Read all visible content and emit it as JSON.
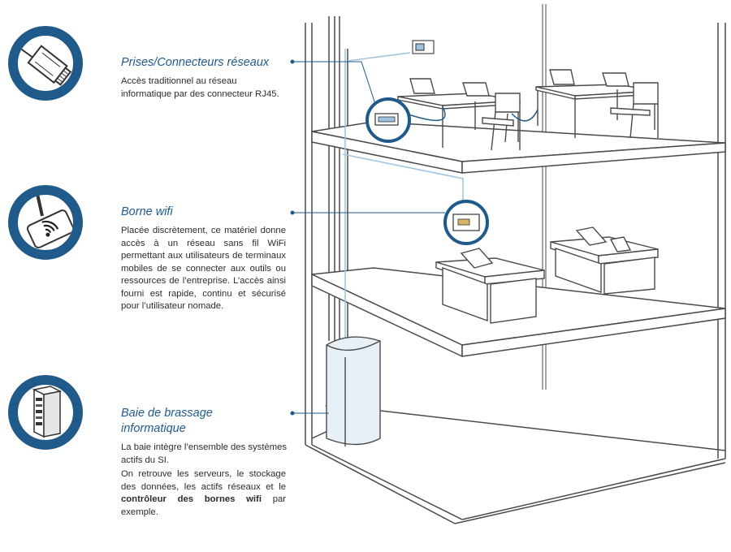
{
  "sections": {
    "rj45": {
      "title": "Prises/Connecteurs réseaux",
      "text": "Accès traditionnel au réseau informatique par des connecteur RJ45.",
      "icon": "ethernet-plug-icon"
    },
    "wifi": {
      "title": "Borne wifi",
      "text": "Placée discrètement, ce matériel donne accès à un réseau sans fil WiFi permettant aux utilisateurs de terminaux mobiles de se connecter aux outils ou ressources de l’entreprise. L’accès ainsi fourni est rapide, continu et sécurisé pour l’utilisateur nomade.",
      "icon": "wifi-router-icon"
    },
    "rack": {
      "title_line1": "Baie de brassage",
      "title_line2": "informatique",
      "text1": "La baie intègre l’ensemble des systèmes actifs du SI.",
      "text2_start": "On retrouve les serveurs, le stockage des données, les actifs réseaux et le",
      "text2_bold": "contrôleur des bornes wifi",
      "text2_end": "par exemple.",
      "icon": "server-rack-icon"
    }
  },
  "colors": {
    "accent": "#1f5a8a",
    "light_blue": "#9fc3df",
    "line": "#4a4a4a"
  }
}
